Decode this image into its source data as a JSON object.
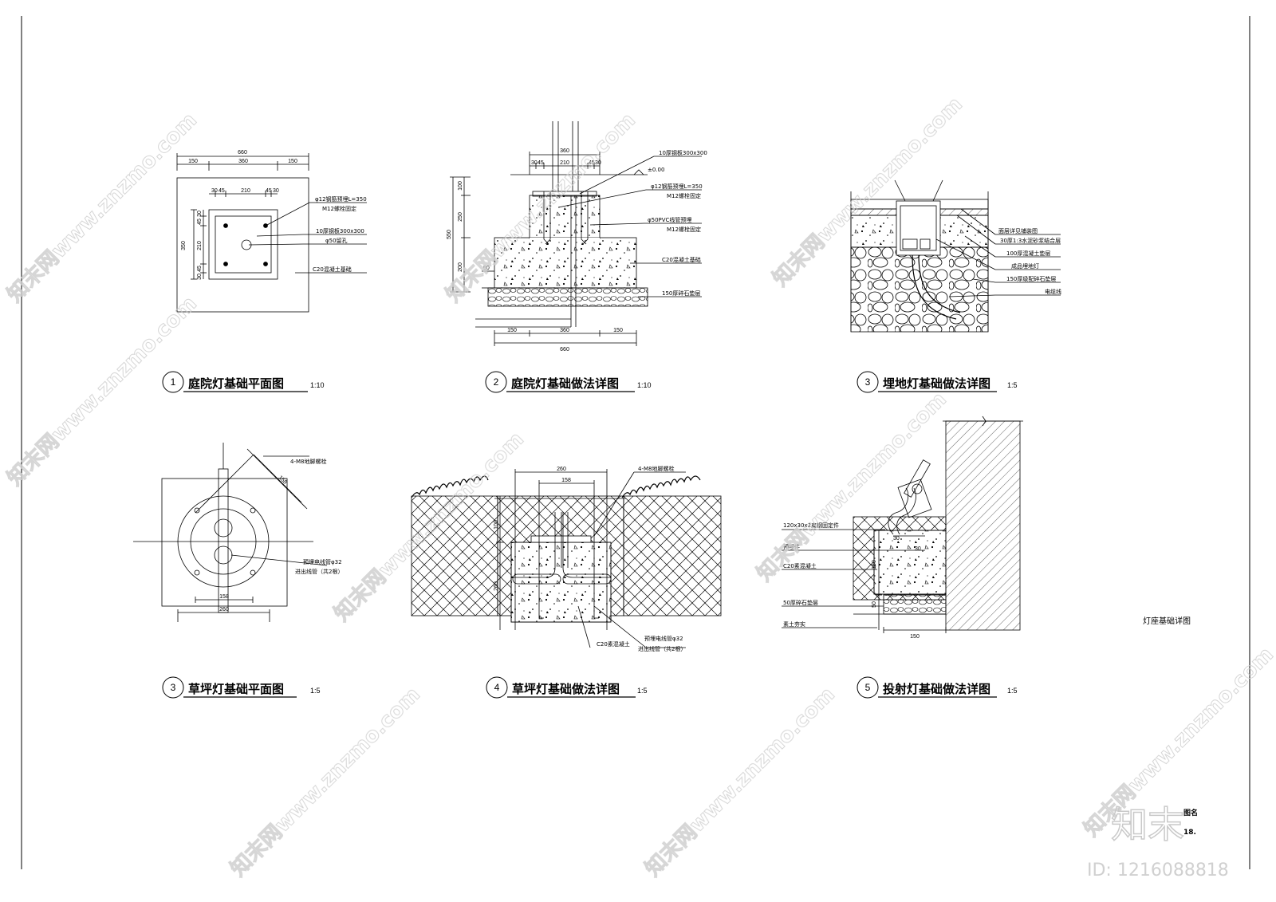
{
  "drawings": [
    {
      "number": "1",
      "title": "庭院灯基础平面图",
      "scale": "1:10",
      "dims_top_total": "660",
      "dims_top": [
        "150",
        "360",
        "150"
      ],
      "dims_inner": [
        "30",
        "45",
        "210",
        "45",
        "30"
      ],
      "dims_left": [
        "350"
      ],
      "dims_left_inner": [
        "30",
        "45",
        "210",
        "45",
        "30"
      ],
      "notes": [
        "φ12钢筋预埋L=350",
        "M12螺栓固定",
        "10厚钢板300x300",
        "φ50留孔",
        "C20混凝土基础"
      ]
    },
    {
      "number": "2",
      "title": "庭院灯基础做法详图",
      "scale": "1:10",
      "dims_top_total": "360",
      "dims_top": [
        "30",
        "45",
        "210",
        "45",
        "30"
      ],
      "level": "±0.00",
      "dims_left_total": "550",
      "dims_left": [
        "100",
        "250",
        "200"
      ],
      "dim_small": "50",
      "dims_bottom": [
        "150",
        "360",
        "150"
      ],
      "dims_bottom_total": "660",
      "notes": [
        "10厚钢板300x300",
        "φ12钢筋预埋L=350",
        "M12螺栓固定",
        "φ50PVC线管预埋",
        "M12螺栓固定",
        "C20混凝土基础",
        "150厚碎石垫层"
      ]
    },
    {
      "number": "3",
      "title": "埋地灯基础做法详图",
      "scale": "1:5",
      "notes": [
        "面层详见铺装图",
        "30厚1:3水泥砂浆结合层",
        "100厚混凝土垫层",
        "成品埋地灯",
        "150厚级配碎石垫层",
        "电缆线"
      ]
    },
    {
      "number": "3",
      "title": "草坪灯基础平面图",
      "scale": "1:5",
      "dims": [
        "158",
        "260",
        "158"
      ],
      "notes": [
        "4-M8地脚螺栓",
        "预埋电线管φ32",
        "进出线管（共2根）"
      ]
    },
    {
      "number": "4",
      "title": "草坪灯基础做法详图",
      "scale": "1:5",
      "dims": [
        "260",
        "158",
        "100",
        "260"
      ],
      "notes": [
        "4-M8地脚螺栓",
        "预埋电线管φ32",
        "进出线管（共2根）",
        "C20素混凝土"
      ]
    },
    {
      "number": "5",
      "title": "投射灯基础做法详图",
      "scale": "1:5",
      "dims": [
        "30",
        "30",
        "150",
        "50",
        "150"
      ],
      "notes": [
        "120x30x2扁钢固定件",
        "预埋件",
        "C20素混凝土",
        "50厚碎石垫层",
        "素土夯实"
      ],
      "side_label": "灯座基础详图"
    }
  ],
  "title_block": {
    "line1": "图名",
    "line2": "18."
  },
  "watermarks": {
    "text": "知末网www.znzmo.com",
    "logo": "知末",
    "id": "ID: 1216088818"
  },
  "colors": {
    "line": "#000000",
    "watermark": "#cfcfcf"
  }
}
